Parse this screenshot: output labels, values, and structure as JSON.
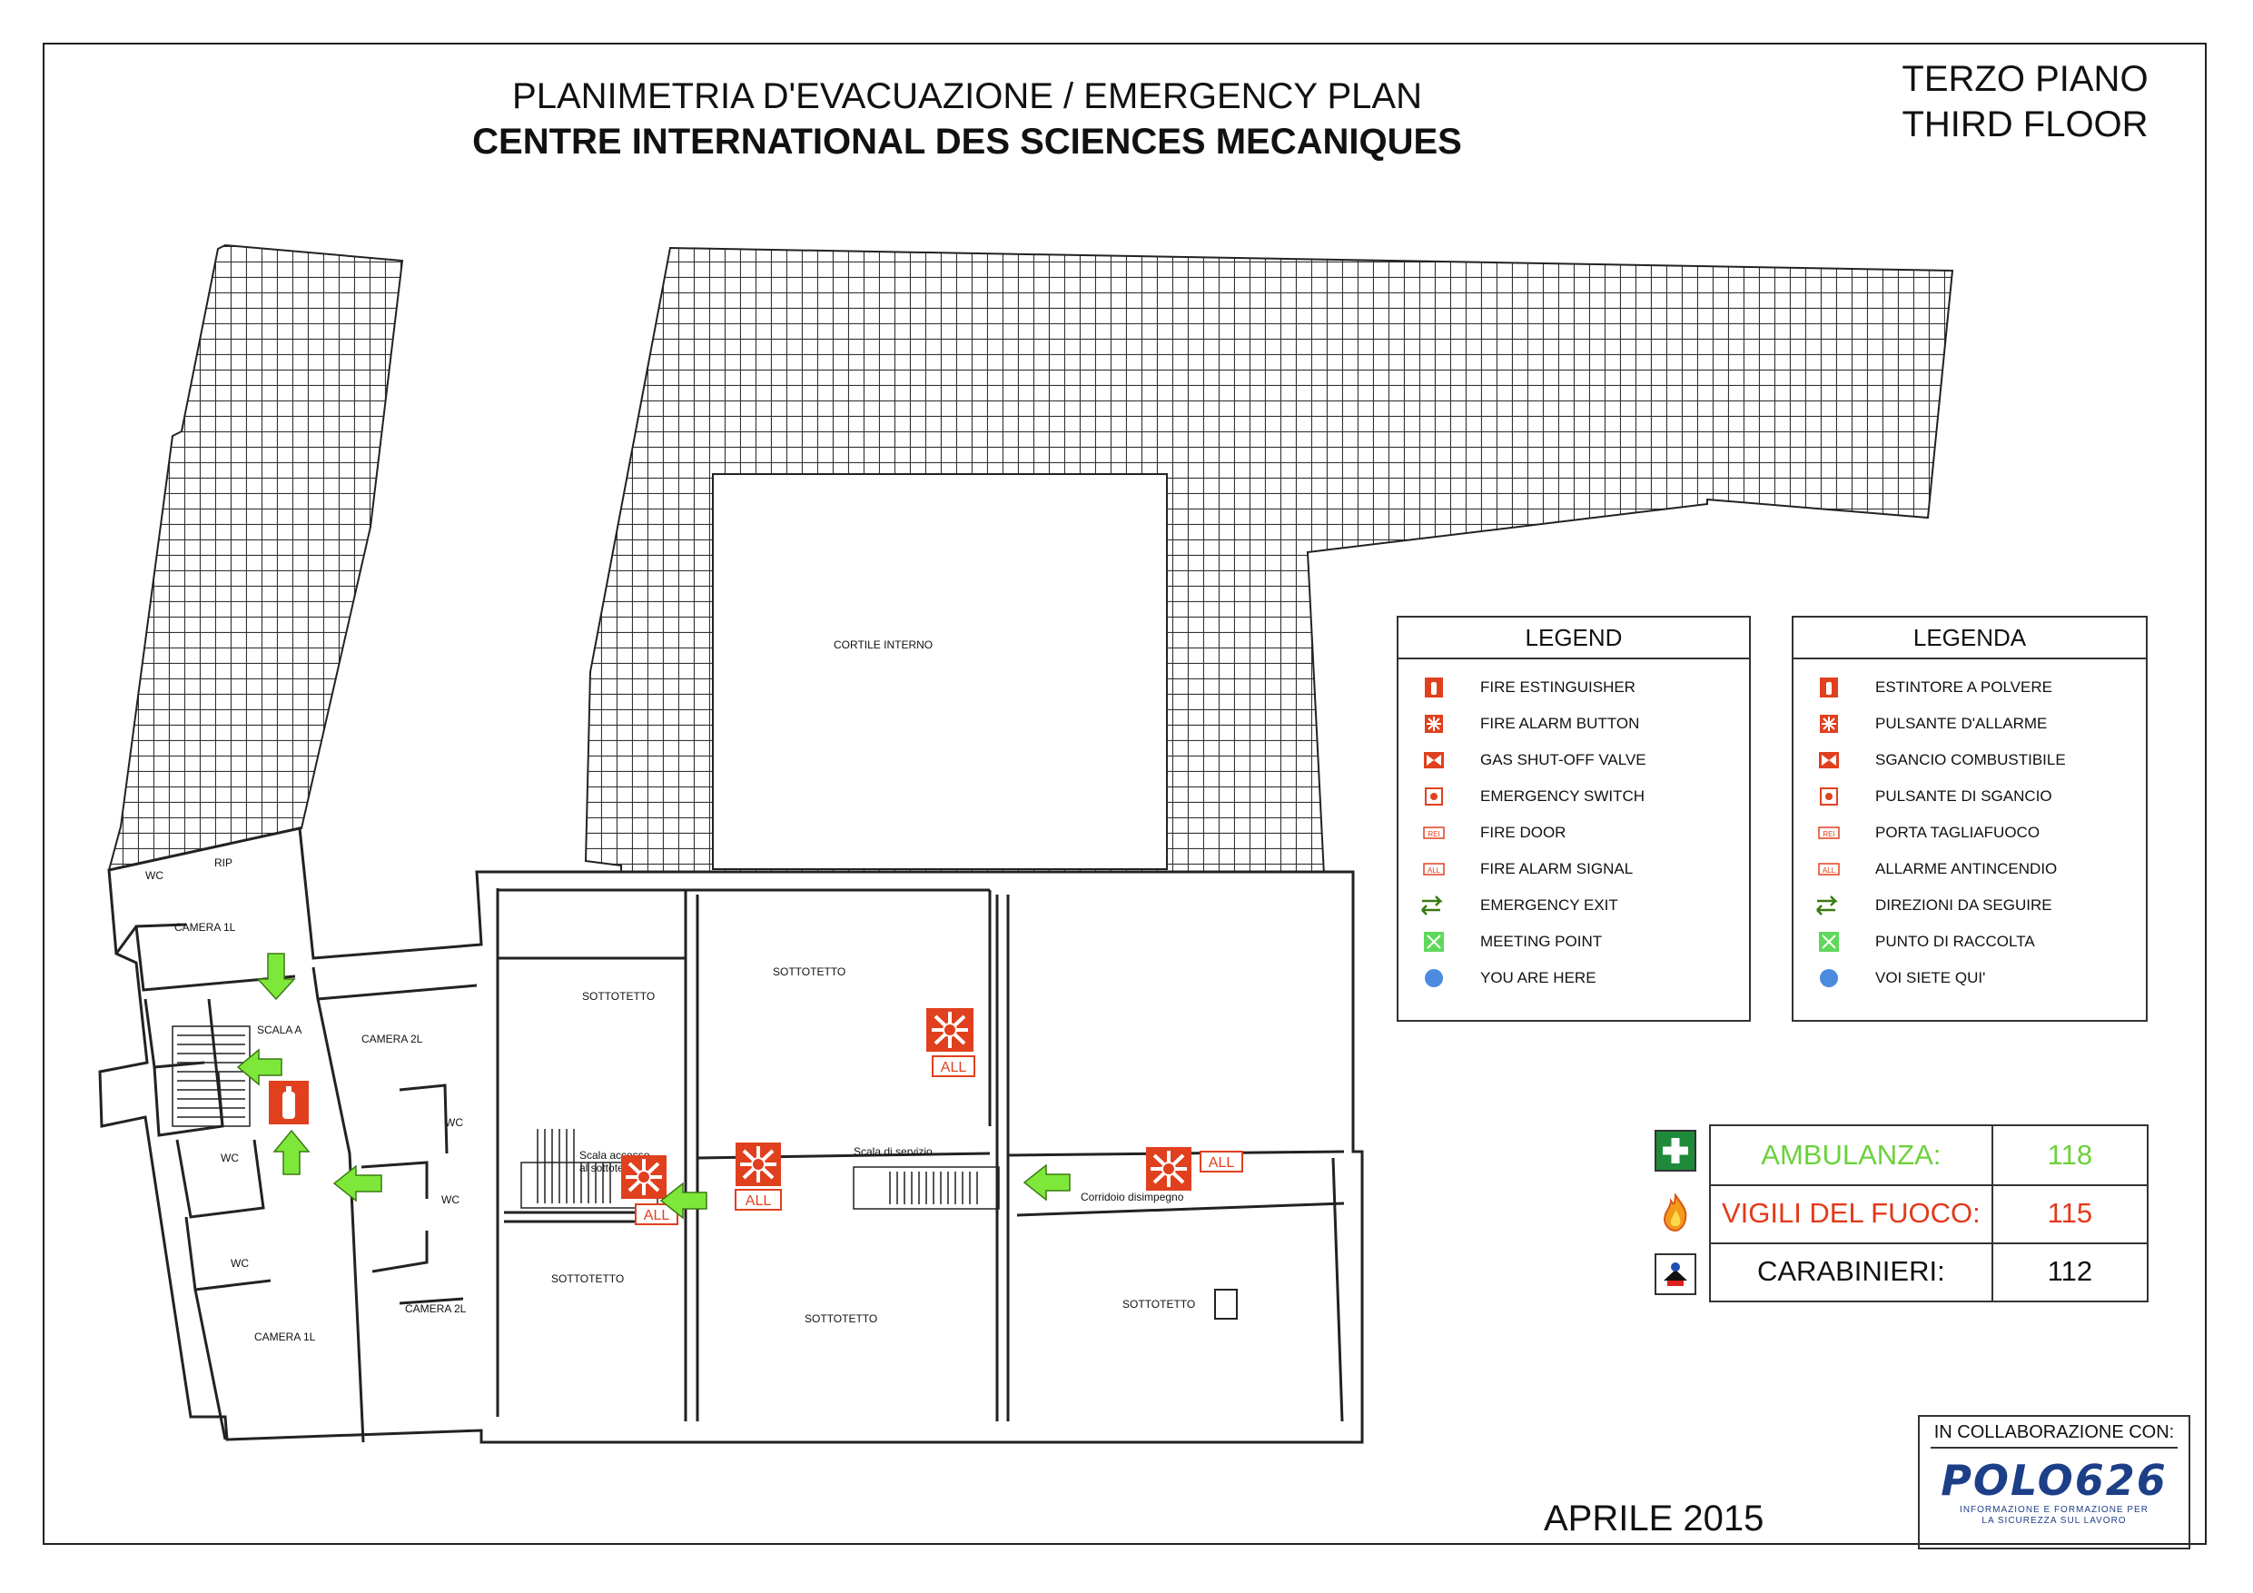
{
  "header": {
    "title_line1": "PLANIMETRIA D'EVACUAZIONE / EMERGENCY PLAN",
    "title_line2": "CENTRE INTERNATIONAL DES SCIENCES MECANIQUES",
    "floor_it": "TERZO PIANO",
    "floor_en": "THIRD FLOOR"
  },
  "rooms": {
    "courtyard": "CORTILE INTERNO",
    "wc": "WC",
    "rip": "RIP",
    "camera_1l": "CAMERA 1L",
    "camera_2l": "CAMERA 2L",
    "scala_a": "SCALA A",
    "sottotetto": "SOTTOTETTO",
    "scala_servizio": "Scala di servizio",
    "corridoio": "Corridoio disimpegno",
    "scala_accesso_1": "Scala accesso",
    "scala_accesso_2": "al sottotetto"
  },
  "alarm_label": "ALL",
  "legend_en": {
    "title": "LEGEND",
    "items": [
      "FIRE ESTINGUISHER",
      "FIRE ALARM BUTTON",
      "GAS SHUT-OFF VALVE",
      "EMERGENCY SWITCH",
      "FIRE DOOR",
      "FIRE ALARM SIGNAL",
      "EMERGENCY EXIT",
      "MEETING POINT",
      "YOU ARE HERE"
    ]
  },
  "legend_it": {
    "title": "LEGENDA",
    "items": [
      "ESTINTORE A POLVERE",
      "PULSANTE D'ALLARME",
      "SGANCIO COMBUSTIBILE",
      "PULSANTE DI SGANCIO",
      "PORTA TAGLIAFUOCO",
      "ALLARME ANTINCENDIO",
      "DIREZIONI DA SEGUIRE",
      "PUNTO DI RACCOLTA",
      "VOI SIETE QUI'"
    ]
  },
  "legend_icon_names": [
    "fire-extinguisher-icon",
    "fire-alarm-button-icon",
    "gas-valve-icon",
    "emergency-switch-icon",
    "fire-door-icon",
    "fire-alarm-signal-icon",
    "emergency-exit-arrows-icon",
    "meeting-point-icon",
    "you-are-here-icon"
  ],
  "fire_door_code": "REI",
  "emergency_numbers": [
    {
      "name": "AMBULANZA:",
      "number": "118",
      "color": "#6cd13c",
      "icon": "first-aid-icon"
    },
    {
      "name": "VIGILI DEL FUOCO:",
      "number": "115",
      "color": "#e23a1a",
      "icon": "fire-icon"
    },
    {
      "name": "CARABINIERI:",
      "number": "112",
      "color": "#111111",
      "icon": "police-icon"
    }
  ],
  "footer": {
    "date": "APRILE 2015",
    "collab": "IN COLLABORAZIONE CON:",
    "logo": "POLO626",
    "logo_sub_1": "INFORMAZIONE E FORMAZIONE PER",
    "logo_sub_2": "LA SICUREZZA SUL LAVORO"
  },
  "colors": {
    "alarm_red": "#e0401e",
    "exit_green": "#7ee83a",
    "meeting_green": "#5fd85a",
    "here_blue": "#4a8be0",
    "logo_blue": "#1d3f88"
  }
}
